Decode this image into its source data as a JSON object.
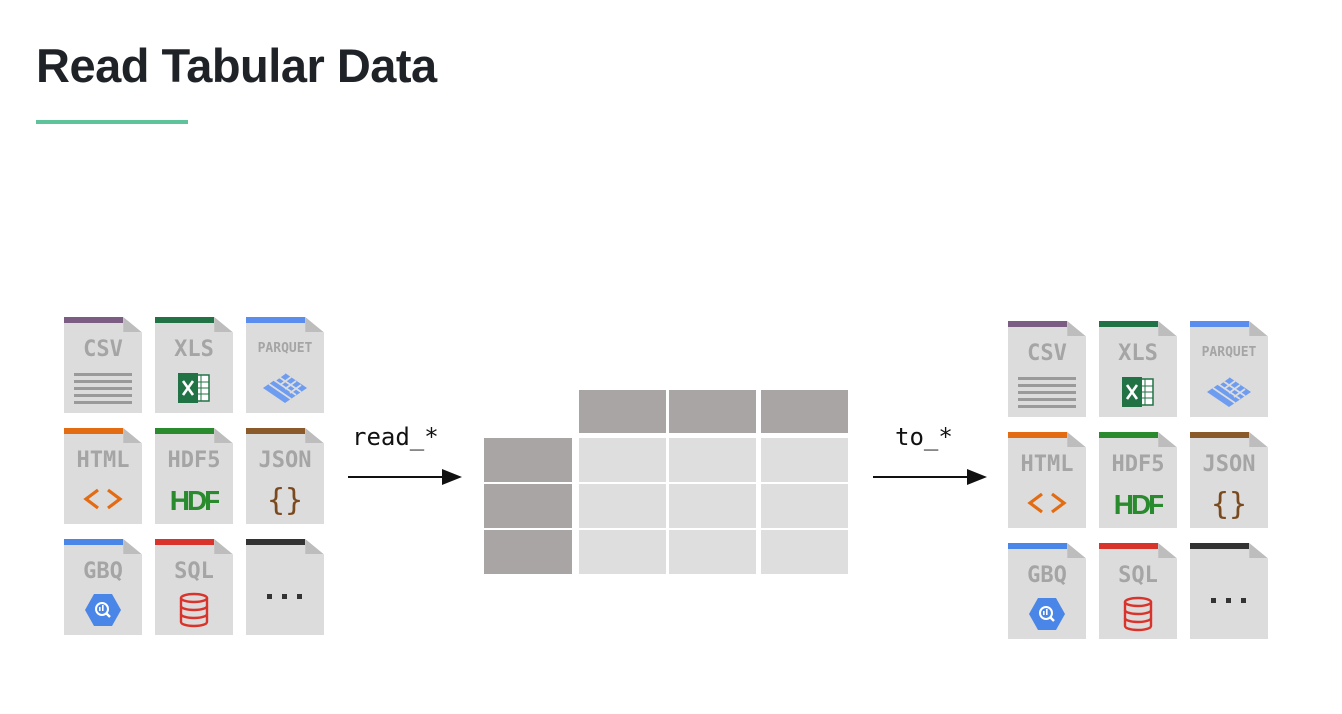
{
  "title": "Read Tabular Data",
  "accent_color": "#5ec29a",
  "read_label": "read_*",
  "write_label": "to_*",
  "formats": [
    {
      "label": "CSV",
      "stripe": "#7b5c82",
      "icon": "lines-icon"
    },
    {
      "label": "XLS",
      "stripe": "#217346",
      "icon": "excel-icon"
    },
    {
      "label": "PARQUET",
      "stripe": "#5b8def",
      "icon": "parquet-icon"
    },
    {
      "label": "HTML",
      "stripe": "#e36b12",
      "icon": "code-brackets-icon"
    },
    {
      "label": "HDF5",
      "stripe": "#2a8a2e",
      "icon": "hdf-icon"
    },
    {
      "label": "JSON",
      "stripe": "#8b5a2b",
      "icon": "curly-braces-icon"
    },
    {
      "label": "GBQ",
      "stripe": "#4a86e8",
      "icon": "bigquery-icon"
    },
    {
      "label": "SQL",
      "stripe": "#d9342b",
      "icon": "database-icon"
    },
    {
      "label": "...",
      "stripe": "#333333",
      "icon": "ellipsis-icon"
    }
  ]
}
